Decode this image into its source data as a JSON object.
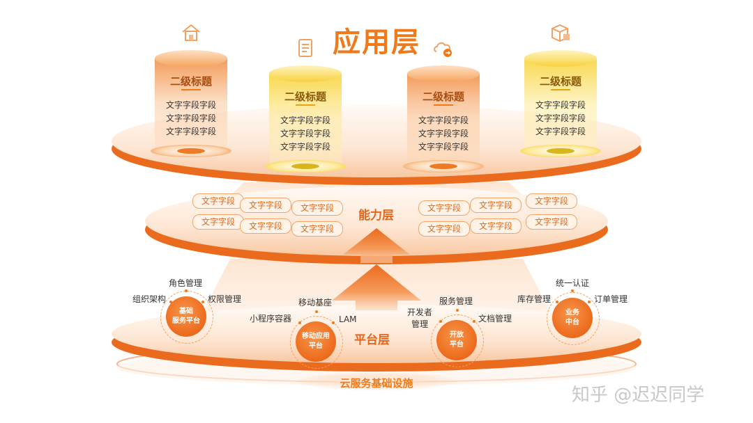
{
  "title": "应用层",
  "app_layer": {
    "columns": [
      {
        "heading": "二级标题",
        "lines": [
          "文字字段字段",
          "文字字段字段",
          "文字字段字段"
        ],
        "color": "orange",
        "icon": "house-icon"
      },
      {
        "heading": "二级标题",
        "lines": [
          "文字字段字段",
          "文字字段字段",
          "文字字段字段"
        ],
        "color": "yellow",
        "icon": "document-icon"
      },
      {
        "heading": "二级标题",
        "lines": [
          "文字字段字段",
          "文字字段字段",
          "文字字段字段"
        ],
        "color": "orange",
        "icon": "cloud-sync-icon"
      },
      {
        "heading": "二级标题",
        "lines": [
          "文字字段字段",
          "文字字段字段",
          "文字字段字段"
        ],
        "color": "yellow",
        "icon": "package-icon"
      }
    ]
  },
  "capability_layer": {
    "label": "能力层",
    "tags": [
      "文字字段",
      "文字字段",
      "文字字段",
      "文字字段",
      "文字字段",
      "文字字段",
      "文字字段",
      "文字字段",
      "文字字段",
      "文字字段",
      "文字字段",
      "文字字段"
    ]
  },
  "platform_layer": {
    "label": "平台层",
    "nodes": [
      {
        "name": "基础\n服务平台",
        "labels": [
          "角色管理",
          "组织架构",
          "权限管理"
        ]
      },
      {
        "name": "移动应用\n平台",
        "labels": [
          "移动基座",
          "小程序容器",
          "LAM"
        ]
      },
      {
        "name": "开放\n平台",
        "labels": [
          "服务管理",
          "开发者\n管理",
          "文档管理"
        ]
      },
      {
        "name": "业务\n中台",
        "labels": [
          "统一认证",
          "库存管理",
          "订单管理"
        ]
      }
    ]
  },
  "infrastructure": {
    "label": "云服务基础设施"
  },
  "watermark": "知乎 @迟迟同学",
  "colors": {
    "primary": "#f07a1a",
    "accent_yellow": "#f4cc1e",
    "platter": "#fbd7bb"
  }
}
